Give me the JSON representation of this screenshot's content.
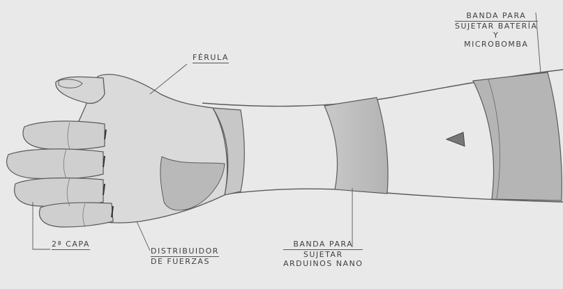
{
  "labels": {
    "ferula": "FÉRULA",
    "capa": "2ª CAPA",
    "distribuidor_line1": "DISTRIBUIDOR",
    "distribuidor_line2": "DE FUERZAS",
    "banda_arduino_line1": "BANDA PARA",
    "banda_arduino_line2": "SUJETAR",
    "banda_arduino_line3": "ARDUINOS NANO",
    "banda_bateria_line1": "BANDA PARA",
    "banda_bateria_line2": "SUJETAR BATERÍA",
    "banda_bateria_line3": "Y",
    "banda_bateria_line4": "MICROBOMBA"
  },
  "colors": {
    "paper": "#e9e9e9",
    "pencil": "#5a5a5a",
    "shade": "#bdbdbd"
  }
}
